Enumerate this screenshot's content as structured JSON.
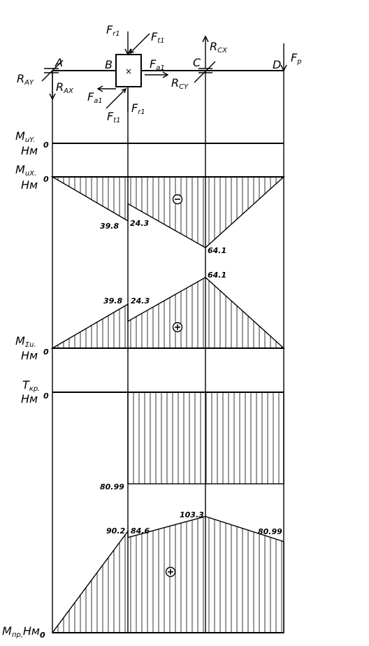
{
  "points": {
    "A": "A",
    "B": "B",
    "C": "C",
    "D": "D"
  },
  "scheme": {
    "forces": {
      "Fr1_top": "F",
      "Fr1_top_sub": "r1",
      "Ft1_top": "F",
      "Ft1_top_sub": "t1",
      "Fa1_right": "F",
      "Fa1_right_sub": "a1",
      "Fa1_left": "F",
      "Fa1_left_sub": "a1",
      "Ft1_bottom": "F",
      "Ft1_bottom_sub": "t1",
      "Fr1_bottom": "F",
      "Fr1_bottom_sub": "r1",
      "Fp": "F",
      "Fp_sub": "p",
      "RAY": "R",
      "RAY_sub": "AY",
      "RAX": "R",
      "RAX_sub": "AX",
      "RCX": "R",
      "RCX_sub": "CX",
      "RCY": "R",
      "RCY_sub": "CY"
    },
    "gear_mark": "×"
  },
  "diagrams": [
    {
      "id": "MuY",
      "label": "M",
      "label_sub": "uY.",
      "unit": "Нм",
      "zero": "0",
      "values": []
    },
    {
      "id": "MuX",
      "label": "M",
      "label_sub": "uX.",
      "unit": "Нм",
      "zero": "0",
      "sign": "minus",
      "values": [
        {
          "at": "A",
          "value": 0
        },
        {
          "at": "B-left",
          "value": 39.8,
          "text": "39.8"
        },
        {
          "at": "B-right",
          "value": 24.3,
          "text": "24.3"
        },
        {
          "at": "C",
          "value": 64.1,
          "text": "64.1"
        },
        {
          "at": "D",
          "value": 0
        }
      ]
    },
    {
      "id": "MSum",
      "label": "M",
      "label_sub": "Σu.",
      "unit": "Нм",
      "zero": "0",
      "sign": "plus",
      "values": [
        {
          "at": "A",
          "value": 0
        },
        {
          "at": "B-left",
          "value": 39.8,
          "text": "39.8"
        },
        {
          "at": "B-right",
          "value": 24.3,
          "text": "24.3"
        },
        {
          "at": "C",
          "value": 64.1,
          "text": "64.1"
        },
        {
          "at": "D",
          "value": 0
        }
      ]
    },
    {
      "id": "Tkr",
      "label": "T",
      "label_sub": "кр.",
      "unit": "Нм",
      "zero": "0",
      "values": [
        {
          "at": "B-D",
          "value": 80.99,
          "text": "80.99"
        }
      ]
    },
    {
      "id": "Mpr",
      "label": "M",
      "label_sub": "пр,",
      "unit": "Нм",
      "zero": "0",
      "sign": "plus",
      "values": [
        {
          "at": "A",
          "value": 0
        },
        {
          "at": "B-left",
          "value": 90.2,
          "text": "90.2"
        },
        {
          "at": "B-right",
          "value": 84.6,
          "text": "84.6"
        },
        {
          "at": "C",
          "value": 103.3,
          "text": "103.3"
        },
        {
          "at": "D",
          "value": 80.99,
          "text": "80.99"
        }
      ]
    }
  ]
}
